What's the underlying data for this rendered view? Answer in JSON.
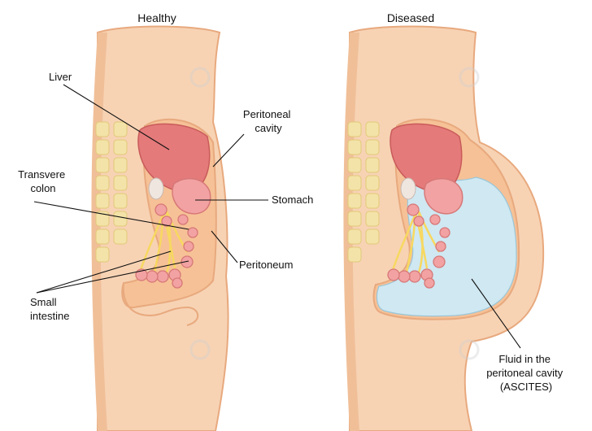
{
  "panels": {
    "healthy": {
      "title": "Healthy"
    },
    "diseased": {
      "title": "Diseased"
    }
  },
  "labels": {
    "liver": "Liver",
    "peritoneal_cavity_line1": "Peritoneal",
    "peritoneal_cavity_line2": "cavity",
    "transverse_colon_line1": "Transvere",
    "transverse_colon_line2": "colon",
    "stomach": "Stomach",
    "peritoneum": "Peritoneum",
    "small_intestine_line1": "Small",
    "small_intestine_line2": "intestine",
    "fluid_line1": "Fluid in the",
    "fluid_line2": "peritoneal cavity",
    "fluid_line3": "(ASCITES)"
  },
  "colors": {
    "skin": "#f7d3b4",
    "skin_dark": "#e8a97e",
    "spine": "#f3e3a8",
    "cavity": "#f6c196",
    "liver": "#e47a7a",
    "organ_light": "#f2a2a2",
    "mesentery": "#f7d860",
    "fluid": "#cfe8f2"
  }
}
